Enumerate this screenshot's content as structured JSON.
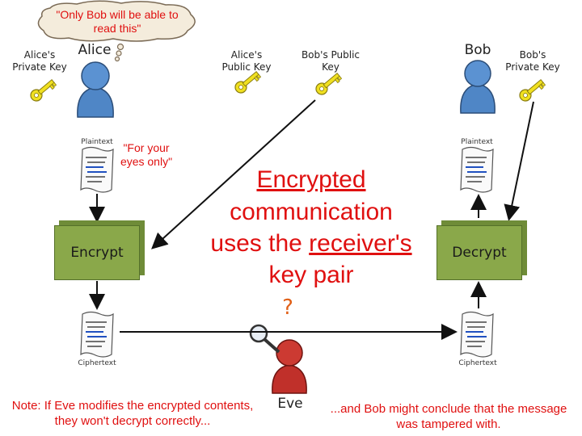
{
  "thought_bubble": "\"Only Bob will be able to read this\"",
  "alice": {
    "name": "Alice",
    "private_key_label": "Alice's Private Key",
    "public_key_label": "Alice's Public Key"
  },
  "bob": {
    "name": "Bob",
    "public_key_label": "Bob's Public Key",
    "private_key_label": "Bob's Private Key"
  },
  "eve": {
    "name": "Eve"
  },
  "left_doc": {
    "plaintext_label": "Plaintext",
    "ciphertext_label": "Ciphertext",
    "message": "\"For your eyes only\""
  },
  "right_doc": {
    "plaintext_label": "Plaintext",
    "ciphertext_label": "Ciphertext"
  },
  "encrypt_label": "Encrypt",
  "decrypt_label": "Decrypt",
  "question_mark": "?",
  "center_text": {
    "line1": "Encrypted",
    "line2": "communication",
    "line3_prefix": "uses the ",
    "line3_underlined": "receiver's",
    "line4": "key pair"
  },
  "note_left": "Note: If Eve modifies the encrypted contents, they won't decrypt correctly...",
  "note_right": "...and Bob might conclude that the message was tampered with.",
  "colors": {
    "accent_red": "#e01010",
    "box_green": "#8aa84a",
    "key_yellow": "#f0e020",
    "person_blue": "#4f86c6",
    "eve_red": "#c0302a"
  }
}
